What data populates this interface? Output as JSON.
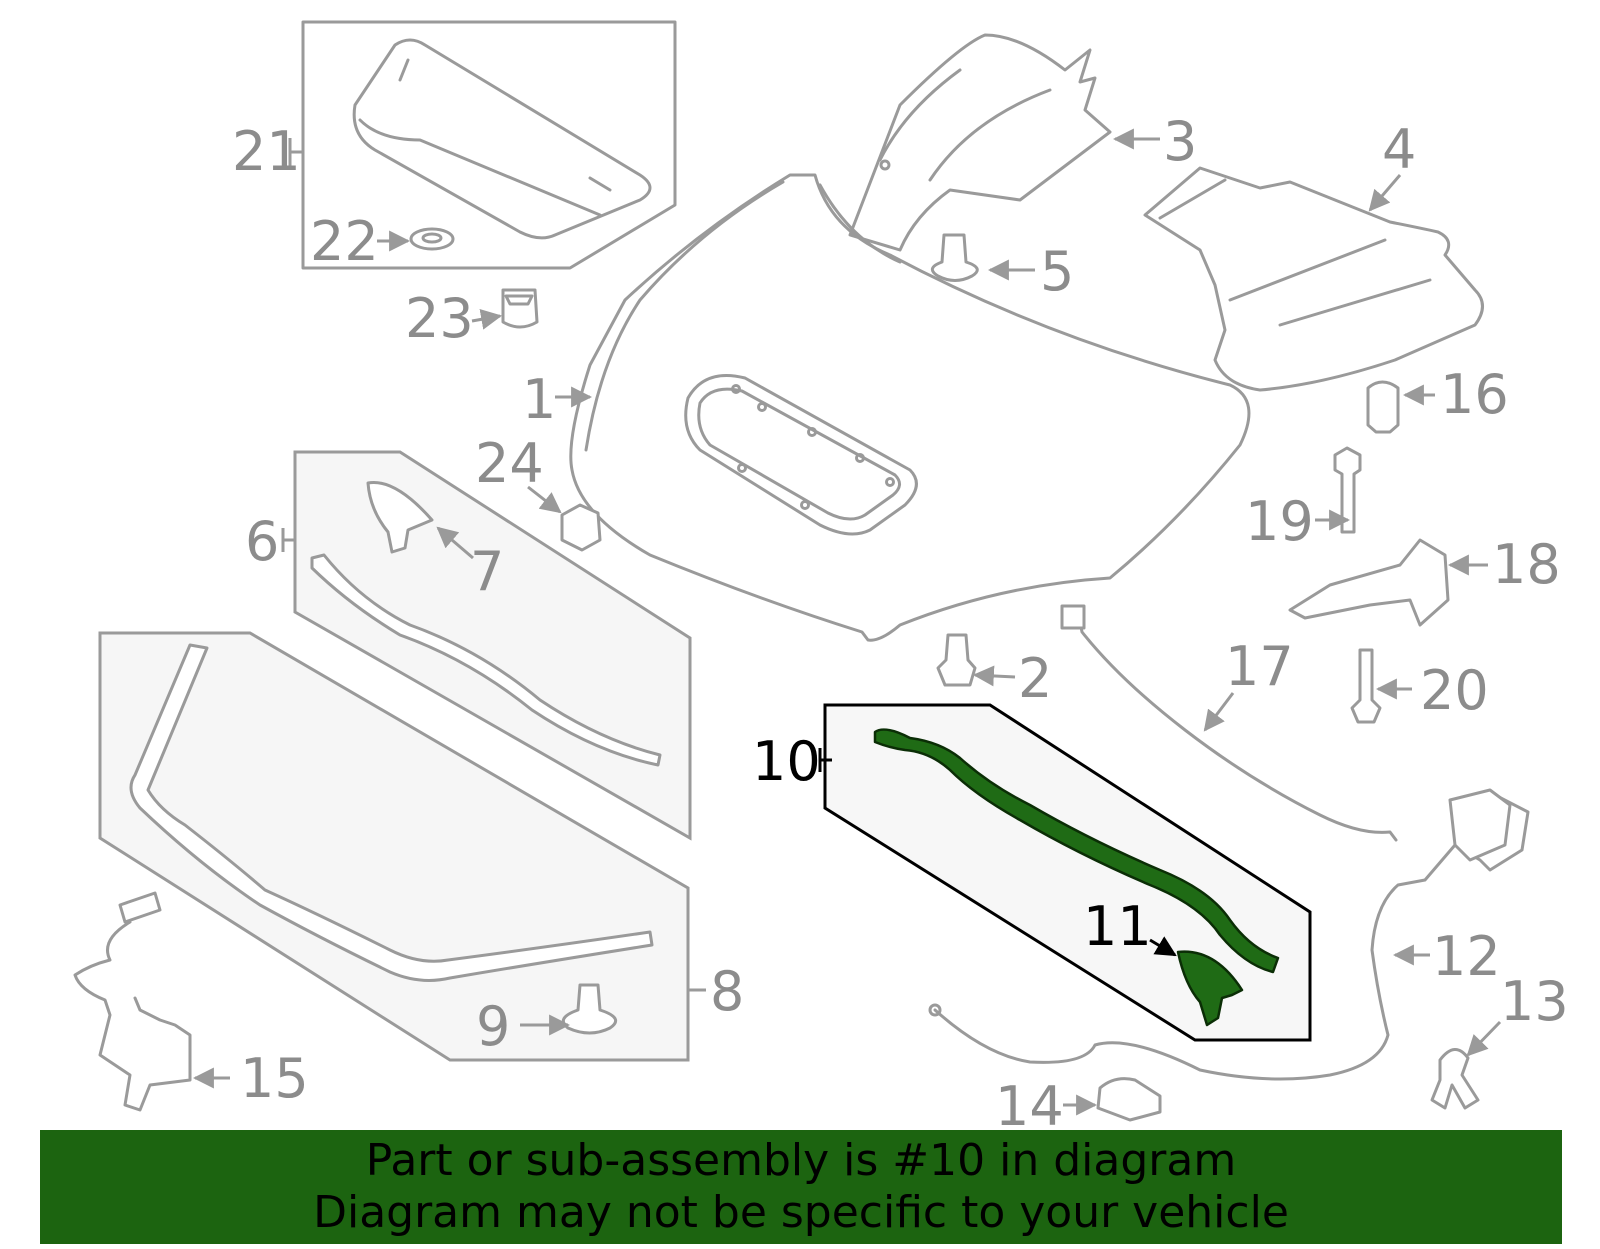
{
  "callouts": {
    "c1": "1",
    "c2": "2",
    "c3": "3",
    "c4": "4",
    "c5": "5",
    "c6": "6",
    "c7": "7",
    "c8": "8",
    "c9": "9",
    "c10": "10",
    "c11": "11",
    "c12": "12",
    "c13": "13",
    "c14": "14",
    "c15": "15",
    "c16": "16",
    "c17": "17",
    "c18": "18",
    "c19": "19",
    "c20": "20",
    "c21": "21",
    "c22": "22",
    "c23": "23",
    "c24": "24"
  },
  "highlight": {
    "part_number": "10",
    "color": "#1c6410"
  },
  "banner": {
    "line1": "Part or sub-assembly is #10 in diagram",
    "line2": "Diagram may not be specific to your vehicle",
    "background": "#1c6410"
  }
}
